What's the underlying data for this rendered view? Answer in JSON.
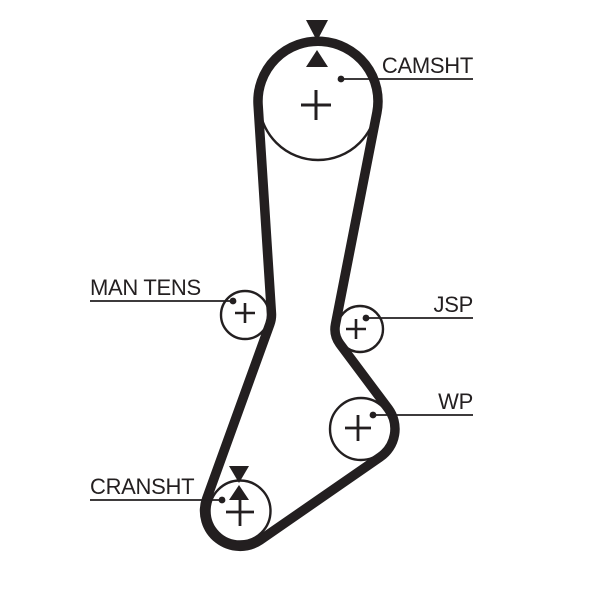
{
  "diagram": {
    "type": "timing-belt-routing-diagram",
    "background_color": "#ffffff",
    "ink_color": "#231f20",
    "belt": {
      "name": "timing belt",
      "color": "#231f20"
    },
    "pulleys": [
      {
        "id": "camshaft",
        "label": "CAMSHT",
        "label_side": "right",
        "center_mark": "plus-icon",
        "timing_marks": [
          "arrow-down-icon",
          "arrow-up-icon"
        ]
      },
      {
        "id": "manual-tensioner",
        "label": "MAN TENS",
        "label_side": "left",
        "center_mark": "plus-icon",
        "timing_marks": []
      },
      {
        "id": "jockey-pulley",
        "label": "JSP",
        "label_side": "right",
        "center_mark": "plus-icon",
        "timing_marks": []
      },
      {
        "id": "water-pump",
        "label": "WP",
        "label_side": "right",
        "center_mark": "plus-icon",
        "timing_marks": []
      },
      {
        "id": "crankshaft",
        "label": "CRANSHT",
        "label_side": "left",
        "center_mark": "plus-icon",
        "timing_marks": [
          "arrow-down-icon",
          "arrow-up-icon"
        ]
      }
    ]
  }
}
